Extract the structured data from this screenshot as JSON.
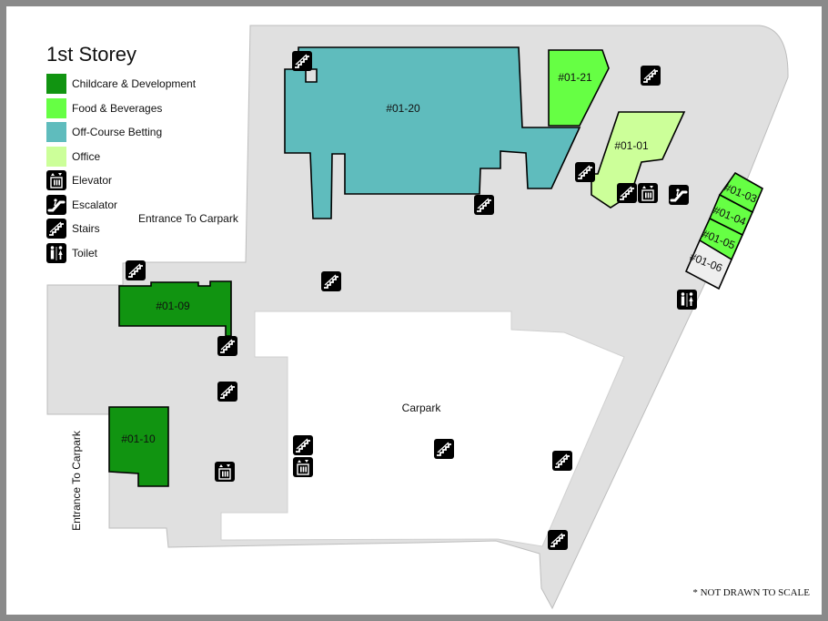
{
  "title": "1st Storey",
  "legend": {
    "categories": [
      {
        "label": "Childcare & Development",
        "color": "#119411"
      },
      {
        "label": "Food & Beverages",
        "color": "#66ff44"
      },
      {
        "label": "Off-Course Betting",
        "color": "#5fbcbd"
      },
      {
        "label": "Office",
        "color": "#ccff99"
      }
    ],
    "icons": [
      {
        "label": "Elevator",
        "icon": "elevator-icon"
      },
      {
        "label": "Escalator",
        "icon": "escalator-icon"
      },
      {
        "label": "Stairs",
        "icon": "stairs-icon"
      },
      {
        "label": "Toilet",
        "icon": "toilet-icon"
      }
    ]
  },
  "units": {
    "u0120": "#01-20",
    "u0121": "#01-21",
    "u0101": "#01-01",
    "u0103": "#01-03",
    "u0104": "#01-04",
    "u0105": "#01-05",
    "u0106": "#01-06",
    "u0109": "#01-09",
    "u0110": "#01-10"
  },
  "labels": {
    "entrance_top": "Entrance To Carpark",
    "entrance_left": "Entrance To Carpark",
    "carpark": "Carpark"
  },
  "note": "* NOT DRAWN TO SCALE",
  "colors": {
    "floor": "#e0e0e0",
    "floor_stroke": "#bdbdbd",
    "frame": "#8a8a8a",
    "icon_bg": "#000000"
  }
}
